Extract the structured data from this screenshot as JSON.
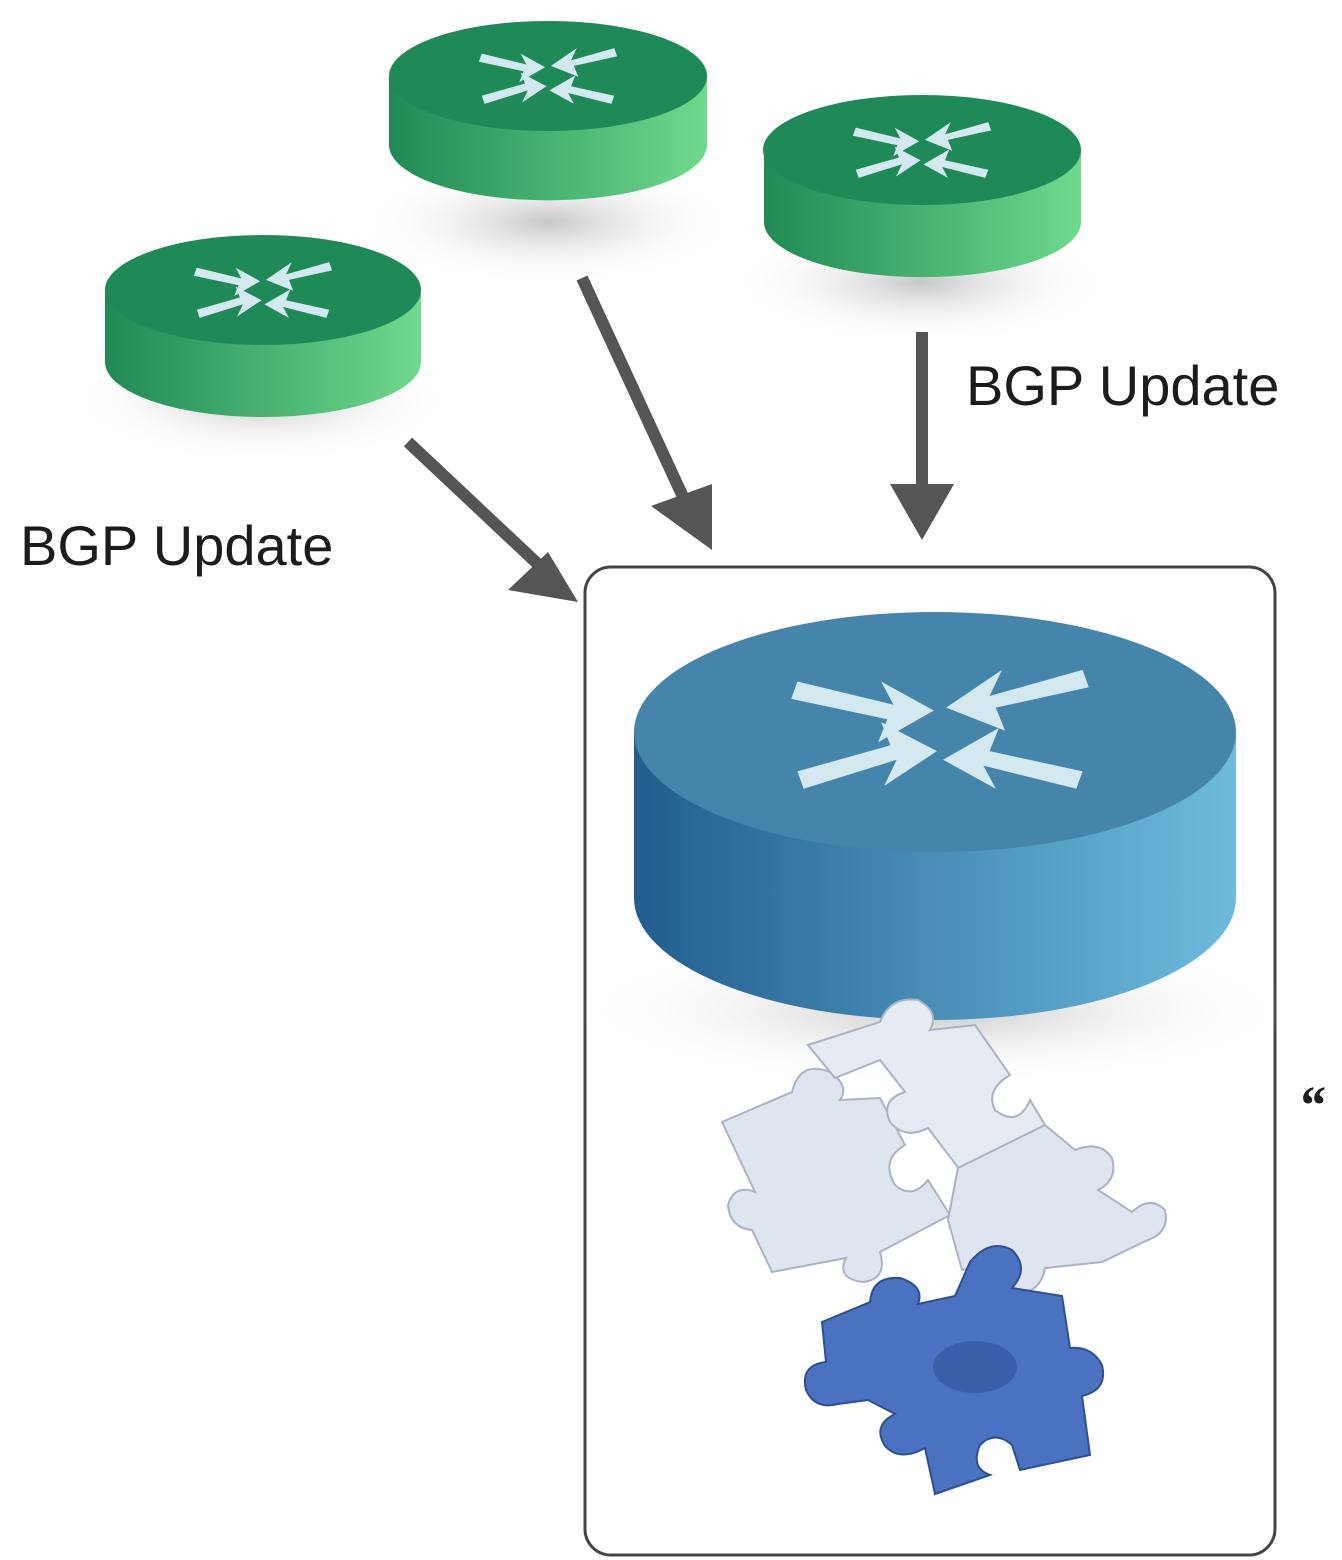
{
  "labels": {
    "left_update": "BGP Update",
    "right_update": "BGP Update",
    "quote_mark": "“"
  },
  "nodes": {
    "peer_routers": [
      {
        "name": "peer-router-left",
        "color": "green"
      },
      {
        "name": "peer-router-center",
        "color": "green"
      },
      {
        "name": "peer-router-right",
        "color": "green"
      }
    ],
    "main_router": {
      "name": "main-router",
      "color": "blue"
    }
  },
  "colors": {
    "peer_top": "#1e8a57",
    "peer_side_dark": "#1f8a55",
    "peer_side_light": "#6fd98e",
    "main_top": "#4585ab",
    "main_side_dark": "#215d8e",
    "main_side_light": "#6dbbdd",
    "router_arrows": "#d3e8ef",
    "connector_arrows": "#555555",
    "frame": "#444444",
    "puzzle_light": "#dfe5ef",
    "puzzle_blue": "#4a72c0"
  },
  "icons": [
    "router-icon",
    "puzzle-icon",
    "arrow-icon"
  ]
}
